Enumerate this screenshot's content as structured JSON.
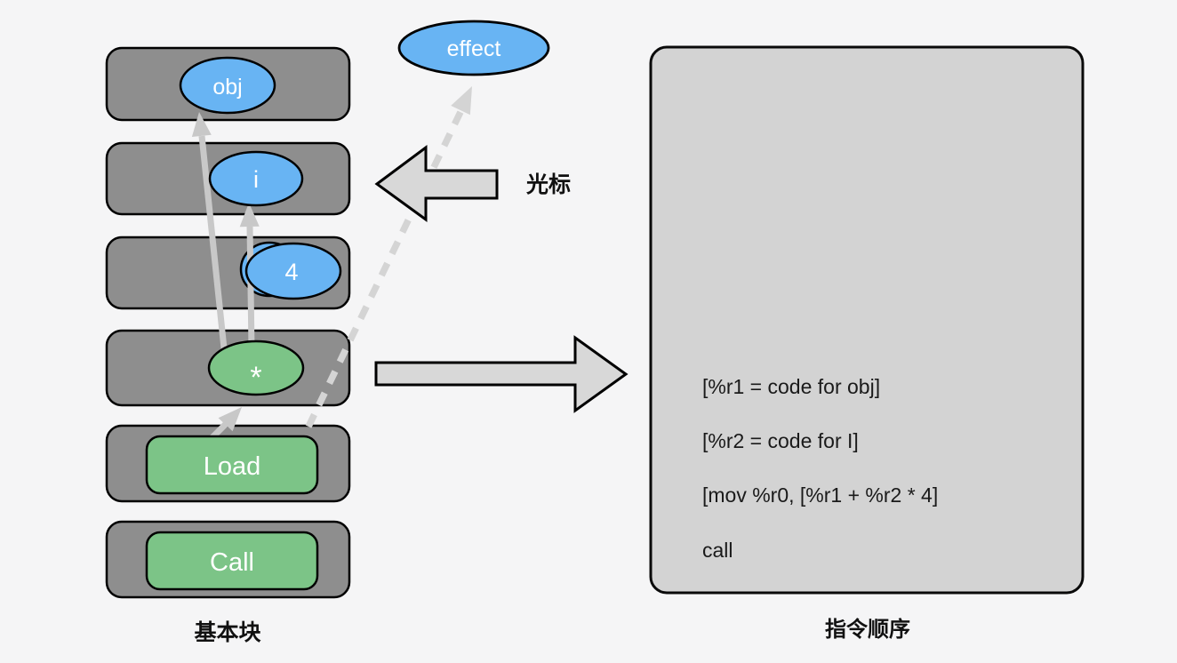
{
  "colors": {
    "background": "#f5f5f6",
    "block_gray": "#8e8e8e",
    "node_blue": "#68b4f3",
    "node_green": "#7cc487",
    "big_arrow_fill": "#d8d8d8",
    "connector_gray": "#c8c8c8",
    "dashed_gray": "#d4d4d4",
    "panel_gray": "#d3d3d3",
    "outline_black": "#000000",
    "node_text": "#ffffff",
    "code_text": "#1a1a1a"
  },
  "nodes": {
    "obj": {
      "label": "obj"
    },
    "i": {
      "label": "i"
    },
    "four": {
      "label": "4"
    },
    "star": {
      "label": "*"
    },
    "load": {
      "label": "Load"
    },
    "call": {
      "label": "Call"
    },
    "effect": {
      "label": "effect"
    }
  },
  "labels": {
    "cursor": "光标",
    "basic_blocks": "基本块",
    "instruction_order": "指令顺序"
  },
  "instruction_panel": {
    "lines": [
      "[%r1 = code for obj]",
      "[%r2 = code for I]",
      "[mov %r0, [%r1 + %r2 * 4]",
      "call"
    ]
  }
}
